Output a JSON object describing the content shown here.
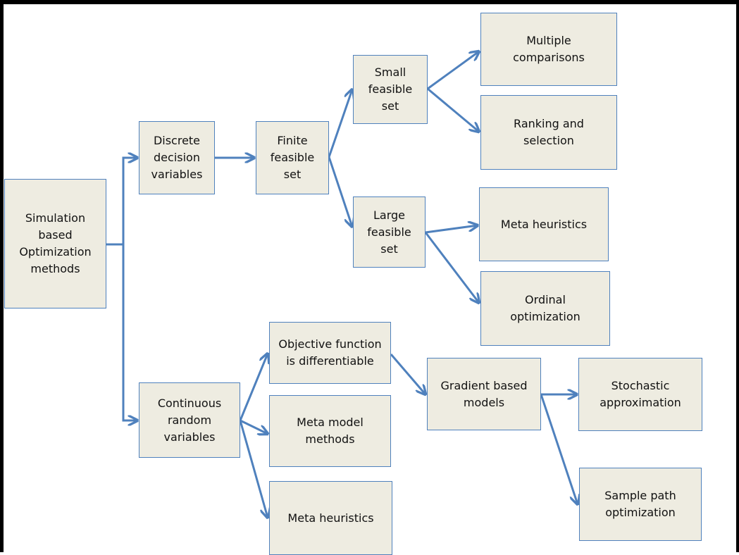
{
  "diagram": {
    "colors": {
      "box_fill": "#eeece1",
      "box_border": "#4f81bd",
      "arrow": "#4f81bd"
    },
    "nodes": {
      "root": "Simulation\nbased\nOptimization\nmethods",
      "discrete": "Discrete\ndecision\nvariables",
      "finite": "Finite\nfeasible\nset",
      "small": "Small\nfeasible\nset",
      "large": "Large\nfeasible\nset",
      "multiple": "Multiple\ncomparisons",
      "ranking": "Ranking and\nselection",
      "meta_heur_1": "Meta heuristics",
      "ordinal": "Ordinal\noptimization",
      "continuous": "Continuous\nrandom\nvariables",
      "objective": "Objective function\nis differentiable",
      "meta_model": "Meta model\nmethods",
      "meta_heur_2": "Meta heuristics",
      "gradient": "Gradient based\nmodels",
      "stochastic": "Stochastic\napproximation",
      "sample_path": "Sample path\noptimization"
    }
  }
}
